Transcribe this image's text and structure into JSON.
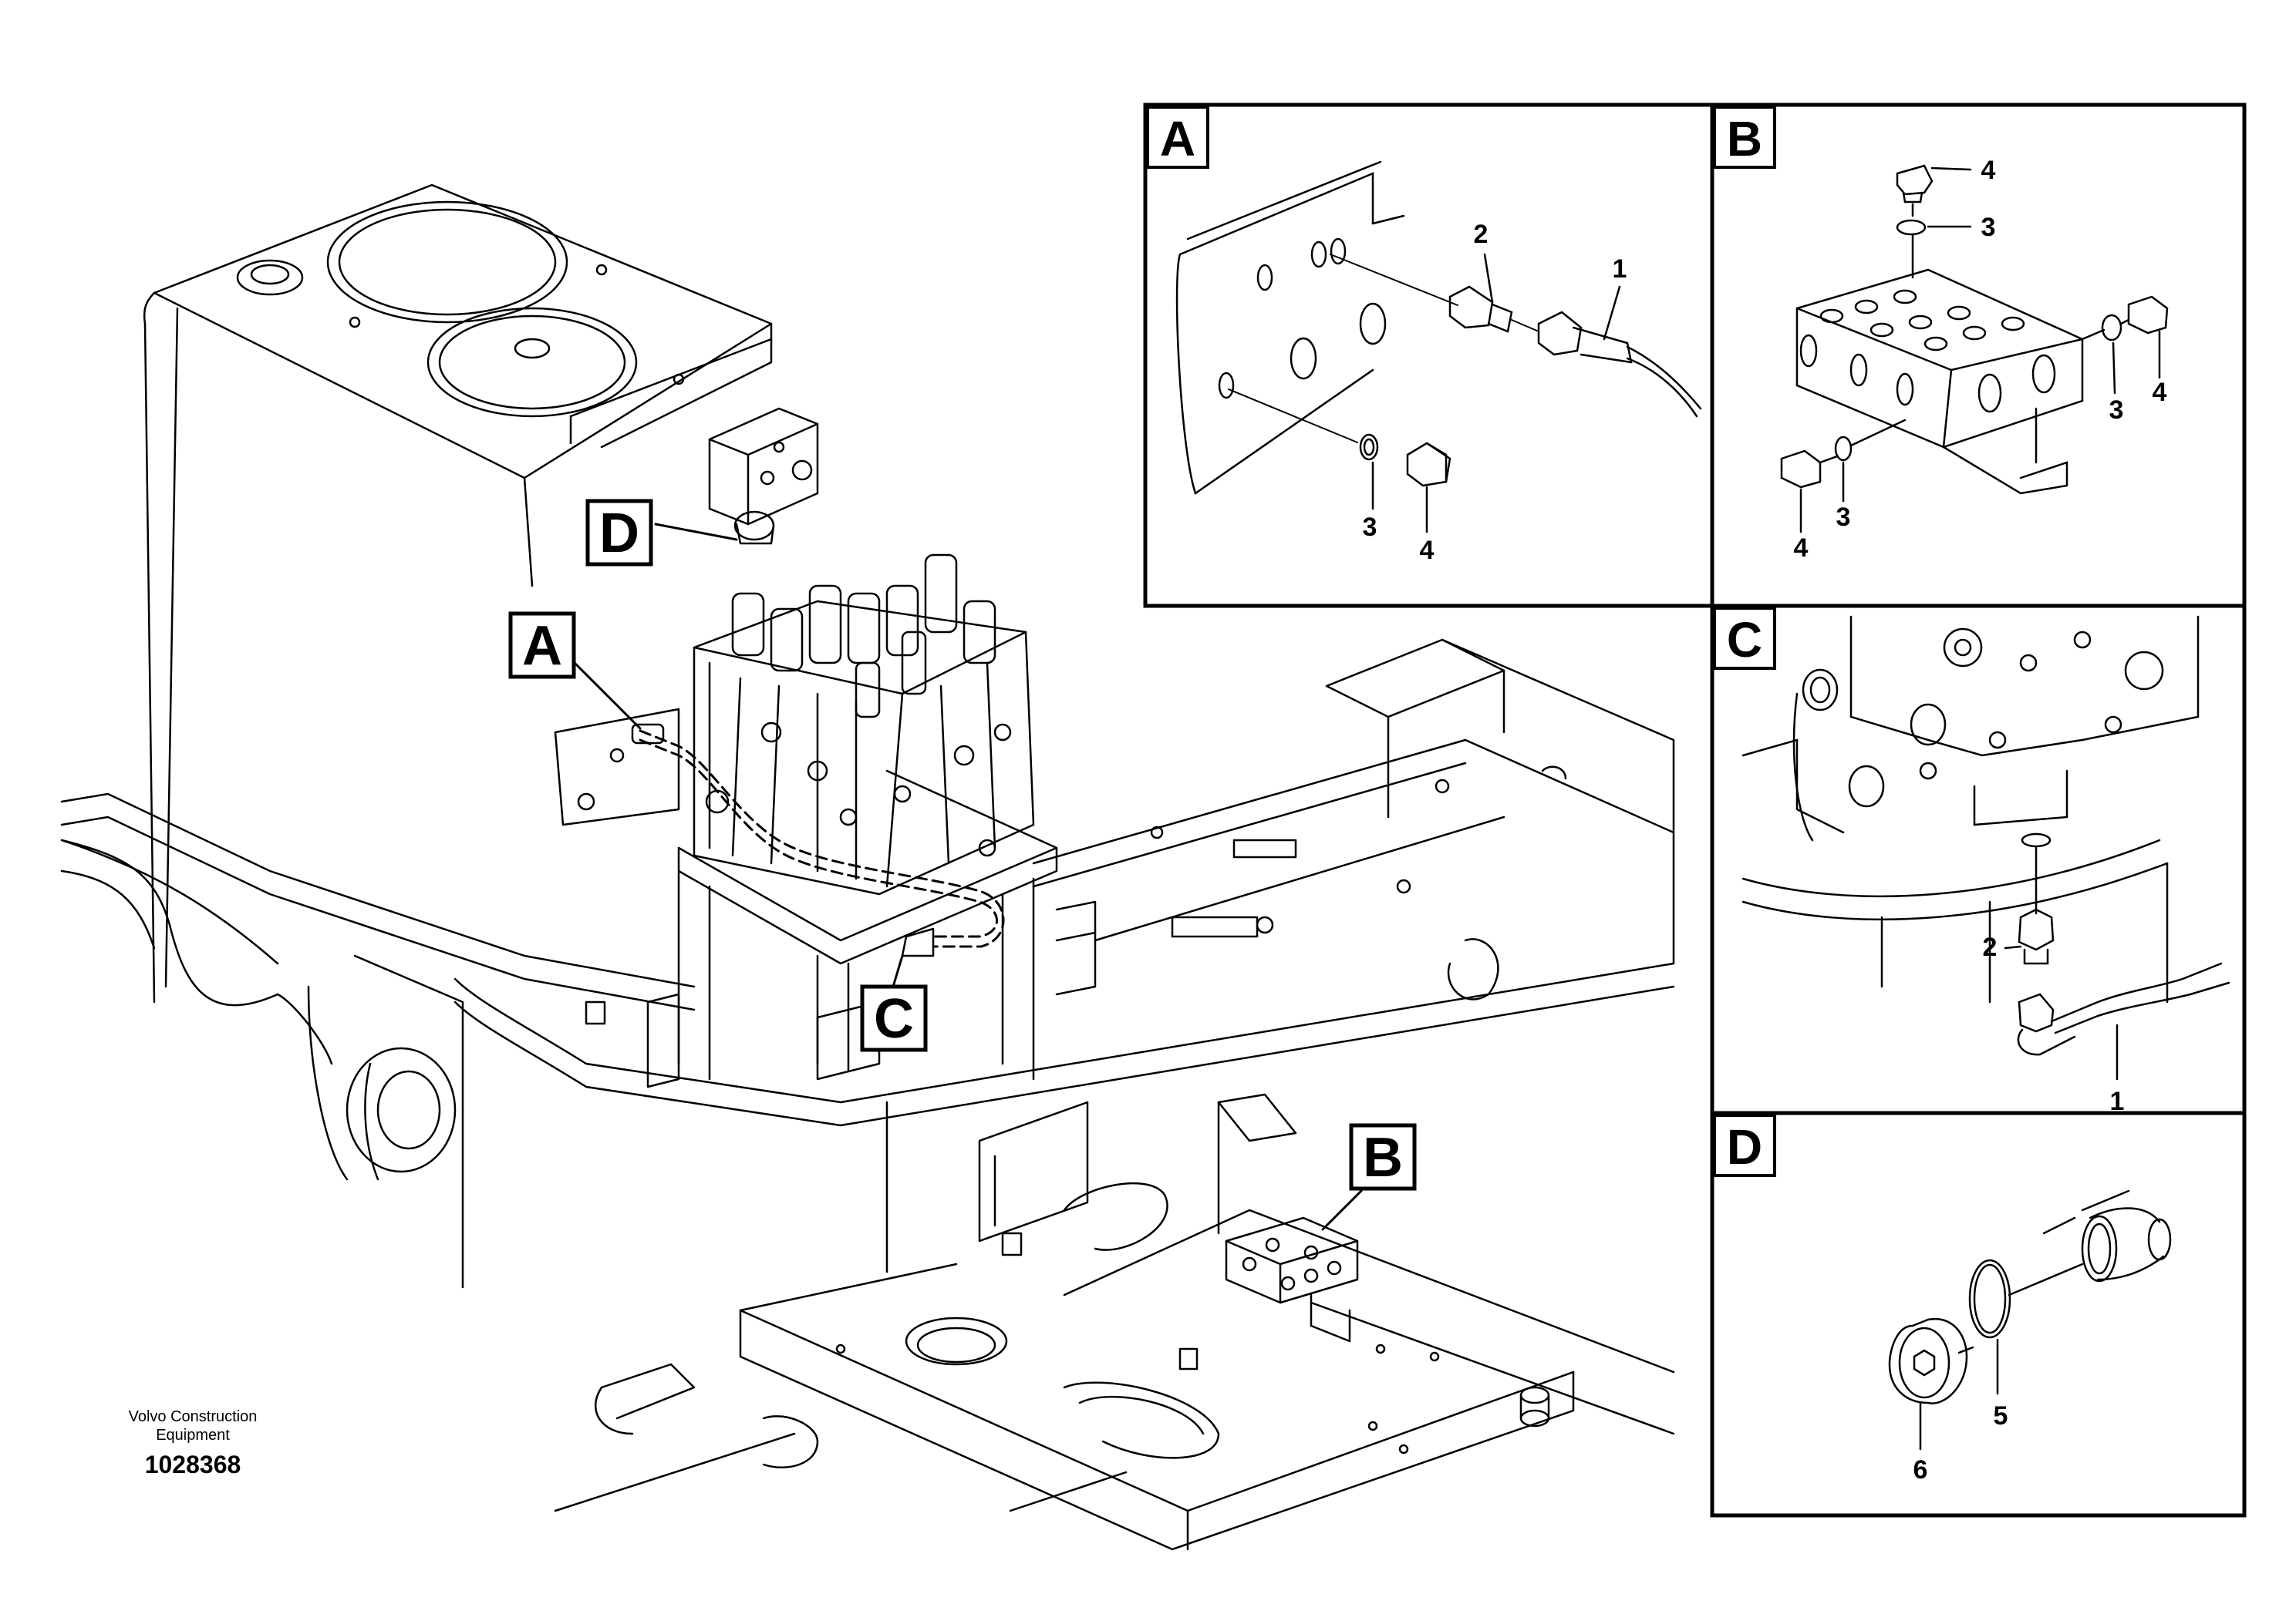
{
  "caption": {
    "company_line1": "Volvo Construction",
    "company_line2": "Equipment",
    "drawing_number": "1028368"
  },
  "callouts": {
    "A": "A",
    "B": "B",
    "C": "C",
    "D": "D"
  },
  "panels": {
    "A": {
      "letter": "A",
      "parts": [
        "1",
        "2",
        "3",
        "4"
      ]
    },
    "B": {
      "letter": "B",
      "parts": [
        "4",
        "3",
        "3",
        "4",
        "4",
        "3"
      ]
    },
    "C": {
      "letter": "C",
      "parts": [
        "2",
        "1"
      ]
    },
    "D": {
      "letter": "D",
      "parts": [
        "6",
        "5"
      ]
    }
  }
}
